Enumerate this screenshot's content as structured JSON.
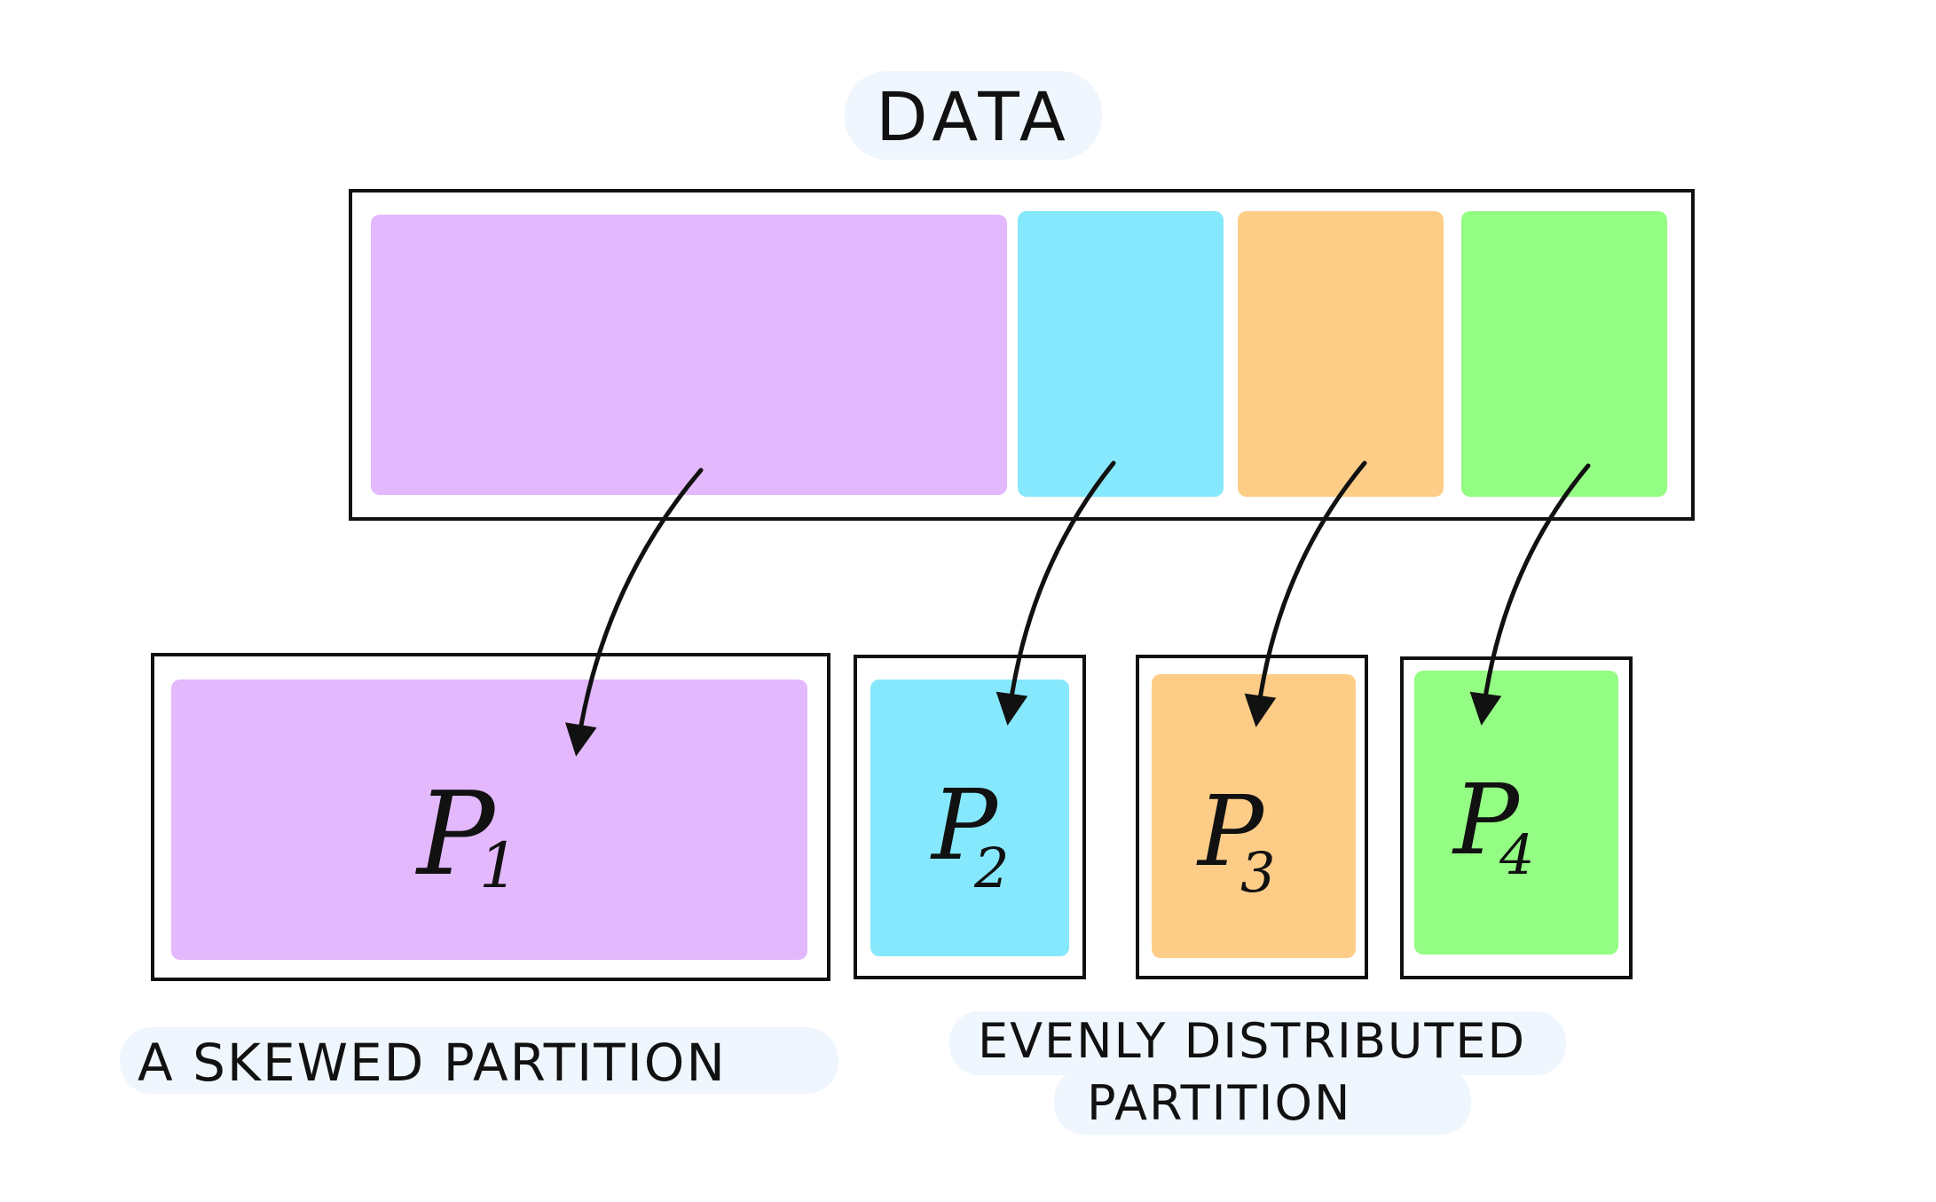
{
  "title": {
    "text": "DATA"
  },
  "colors": {
    "purple": "#E3B8FD",
    "blue": "#86E8FC",
    "orange": "#FDCD88",
    "green": "#94FD83",
    "label_bg": "#EFF6FD",
    "ink": "#111111"
  },
  "source_segments": [
    {
      "name": "purple",
      "size": "large"
    },
    {
      "name": "blue",
      "size": "small"
    },
    {
      "name": "orange",
      "size": "small"
    },
    {
      "name": "green",
      "size": "small"
    }
  ],
  "partitions": [
    {
      "letter": "P",
      "index": "1",
      "color": "purple"
    },
    {
      "letter": "P",
      "index": "2",
      "color": "blue"
    },
    {
      "letter": "P",
      "index": "3",
      "color": "orange"
    },
    {
      "letter": "P",
      "index": "4",
      "color": "green"
    }
  ],
  "labels": {
    "skewed": "A SKEWED PARTITION",
    "even_line1": "EVENLY DISTRIBUTED",
    "even_line2": "PARTITION"
  }
}
